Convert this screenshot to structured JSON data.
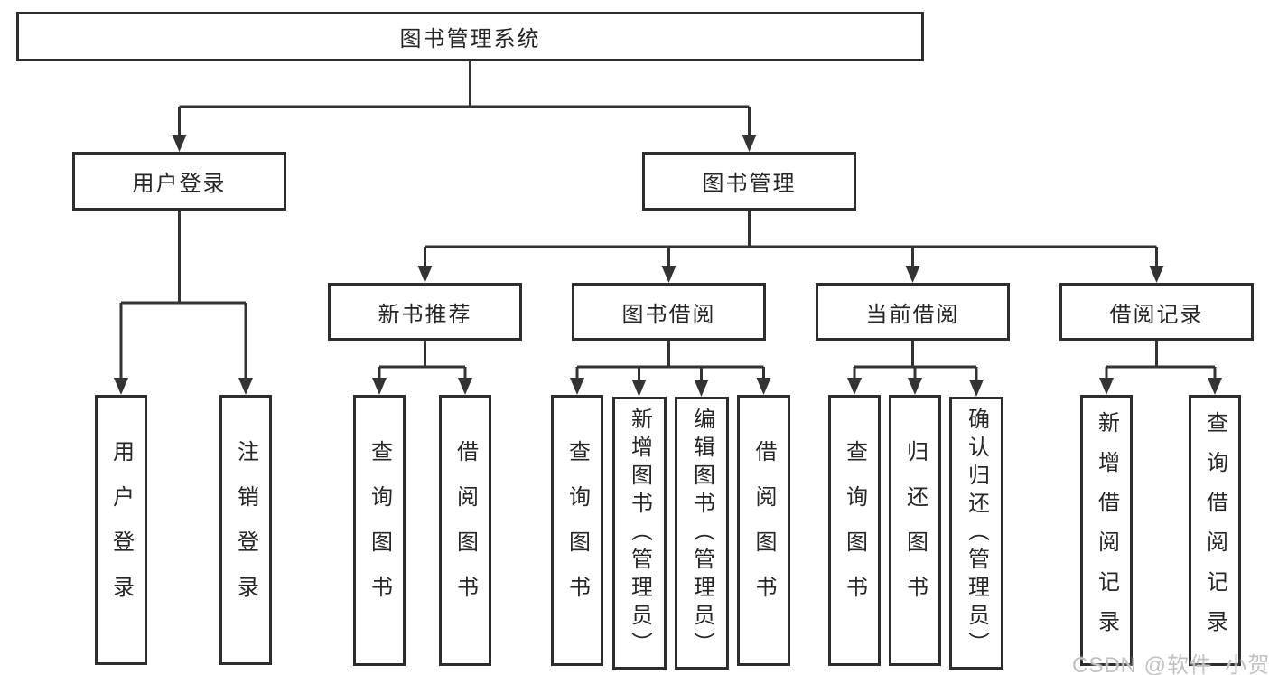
{
  "diagram": {
    "root": {
      "label": "图书管理系统"
    },
    "level2": [
      {
        "label": "用户登录",
        "children": [
          {
            "label": "用户登录"
          },
          {
            "label": "注销登录"
          }
        ]
      },
      {
        "label": "图书管理",
        "children": [
          {
            "label": "新书推荐",
            "children": [
              {
                "label": "查询图书"
              },
              {
                "label": "借阅图书"
              }
            ]
          },
          {
            "label": "图书借阅",
            "children": [
              {
                "label": "查询图书"
              },
              {
                "label": "新增图书（管理员）"
              },
              {
                "label": "编辑图书（管理员）"
              },
              {
                "label": "借阅图书"
              }
            ]
          },
          {
            "label": "当前借阅",
            "children": [
              {
                "label": "查询图书"
              },
              {
                "label": "归还图书"
              },
              {
                "label": "确认归还（管理员）"
              }
            ]
          },
          {
            "label": "借阅记录",
            "children": [
              {
                "label": "新增借阅记录"
              },
              {
                "label": "查询借阅记录"
              }
            ]
          }
        ]
      }
    ]
  },
  "watermark": {
    "text": "CSDN @软件_小贺同学"
  },
  "colors": {
    "background": "#ffffff",
    "box_border": "#2d2d2d",
    "connector": "#333333",
    "text": "#262626",
    "watermark": "#c1c1c1"
  }
}
